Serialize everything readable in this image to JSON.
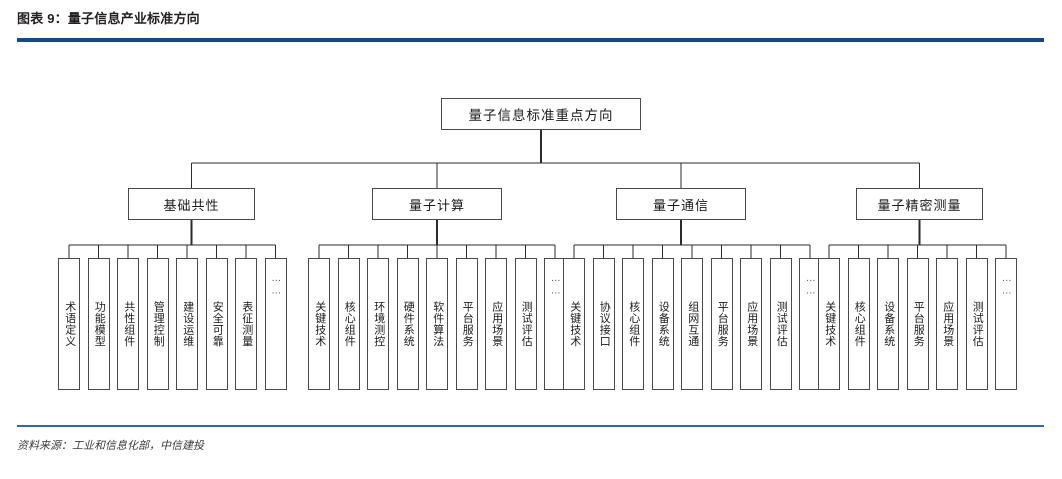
{
  "header": {
    "title": "图表 9：量子信息产业标准方向",
    "rule_color": "#134a7f"
  },
  "footer": {
    "source": "资料来源：工业和信息化部，中信建投",
    "rule_color": "#2f6aa8"
  },
  "diagram": {
    "type": "tree",
    "root": {
      "label": "量子信息标准重点方向"
    },
    "branches": [
      {
        "label": "基础共性",
        "leaves": [
          {
            "label": "术语定义"
          },
          {
            "label": "功能模型"
          },
          {
            "label": "共性组件"
          },
          {
            "label": "管理控制"
          },
          {
            "label": "建设运维"
          },
          {
            "label": "安全可靠"
          },
          {
            "label": "表征测量"
          },
          {
            "label": "……",
            "is_ellipsis": true
          }
        ]
      },
      {
        "label": "量子计算",
        "leaves": [
          {
            "label": "关键技术"
          },
          {
            "label": "核心组件"
          },
          {
            "label": "环境测控"
          },
          {
            "label": "硬件系统"
          },
          {
            "label": "软件算法"
          },
          {
            "label": "平台服务"
          },
          {
            "label": "应用场景"
          },
          {
            "label": "测试评估"
          },
          {
            "label": "……",
            "is_ellipsis": true
          }
        ]
      },
      {
        "label": "量子通信",
        "leaves": [
          {
            "label": "关键技术"
          },
          {
            "label": "协议接口"
          },
          {
            "label": "核心组件"
          },
          {
            "label": "设备系统"
          },
          {
            "label": "组网互通"
          },
          {
            "label": "平台服务"
          },
          {
            "label": "应用场景"
          },
          {
            "label": "测试评估"
          },
          {
            "label": "……",
            "is_ellipsis": true
          }
        ]
      },
      {
        "label": "量子精密测量",
        "leaves": [
          {
            "label": "关键技术"
          },
          {
            "label": "核心组件"
          },
          {
            "label": "设备系统"
          },
          {
            "label": "平台服务"
          },
          {
            "label": "应用场景"
          },
          {
            "label": "测试评估"
          },
          {
            "label": "……",
            "is_ellipsis": true
          }
        ]
      }
    ],
    "colors": {
      "box_border": "#4a4a4a",
      "connector": "#2b2b2b",
      "box_fill": "#ffffff"
    }
  }
}
